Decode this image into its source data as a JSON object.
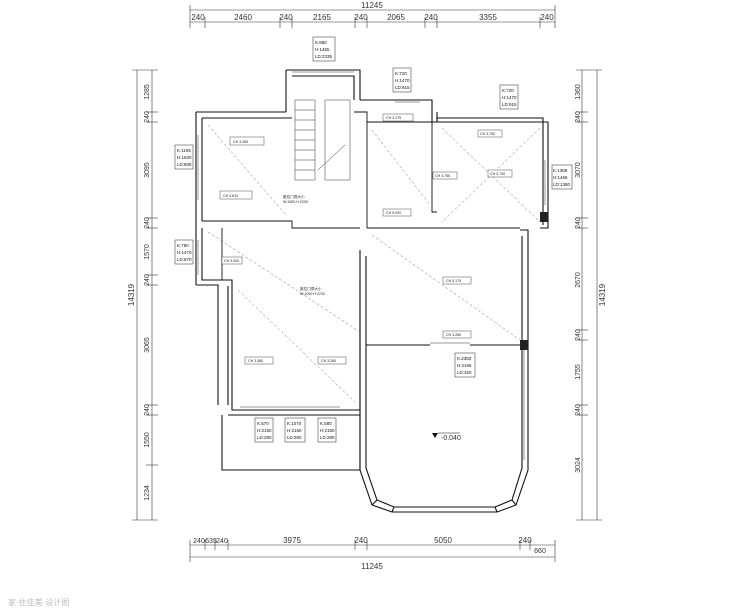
{
  "dims": {
    "top_total": "11245",
    "top_segments": [
      "240",
      "2460",
      "240",
      "2165",
      "240",
      "2065",
      "240",
      "3355",
      "240"
    ],
    "bottom_total": "11245",
    "bottom_segments": [
      "240",
      "635",
      "240",
      "3975",
      "240",
      "5050",
      "240",
      "660"
    ],
    "left_total": "14319",
    "left_segments": [
      "1285",
      "240",
      "3095",
      "240",
      "1570",
      "240",
      "3065",
      "240",
      "1550",
      "1234"
    ],
    "right_total": "14319",
    "right_segments": [
      "1360",
      "240",
      "3070",
      "240",
      "2670",
      "240",
      "1755",
      "240",
      "3024"
    ]
  },
  "window_tags": [
    {
      "w": "K:880",
      "h": "H:1465",
      "ld": "LD:2335"
    },
    {
      "w": "K:720",
      "h": "H:1470",
      "ld": "LD:915"
    },
    {
      "w": "K:720",
      "h": "H:1470",
      "ld": "LD:915"
    },
    {
      "w": "K:1195",
      "h": "H:1630",
      "ld": "LD:805"
    },
    {
      "w": "K:1368",
      "h": "H:1465",
      "ld": "LD:1380"
    },
    {
      "w": "K:780",
      "h": "H:1470",
      "ld": "LD:870"
    },
    {
      "w": "K:2350",
      "h": "H:2165",
      "ld": "LD:320"
    },
    {
      "w": "K:570",
      "h": "H:2150",
      "ld": "LD:280"
    },
    {
      "w": "K:1070",
      "h": "H:2150",
      "ld": "LD:280"
    },
    {
      "w": "K:580",
      "h": "H:2150",
      "ld": "LD:280"
    }
  ],
  "ceiling_heights": [
    "CH 3.265",
    "CH 4.610",
    "CH 3.275",
    "CH 3.700",
    "CH 3.700",
    "CH 5.000",
    "CH 5.175",
    "CH 3.280",
    "CH 3.380",
    "CH 3.280",
    "CH 4.755",
    "CH 3.000"
  ],
  "door_notes": [
    "推拉门洞大小",
    "W:1500 H:2230",
    "推拉门洞大小",
    "W:1000 H:2230"
  ],
  "floor_level": "-0.040",
  "watermark": "家·住佳美·设计图"
}
